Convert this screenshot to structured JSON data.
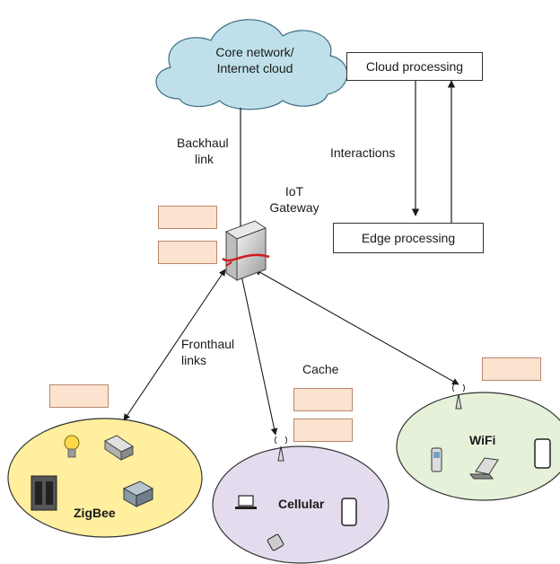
{
  "cloud": {
    "line1": "Core network/",
    "line2": "Internet cloud"
  },
  "backhaul": {
    "line1": "Backhaul",
    "line2": "link"
  },
  "gateway": {
    "line1": "IoT",
    "line2": "Gateway"
  },
  "processing": {
    "cloud": "Cloud processing",
    "edge": "Edge processing",
    "interactions": "Interactions"
  },
  "fronthaul": {
    "line1": "Fronthaul",
    "line2": "links"
  },
  "cache": {
    "label": "Cache"
  },
  "networks": {
    "zigbee": "ZigBee",
    "cellular": "Cellular",
    "wifi": "WiFi"
  },
  "colors": {
    "cloud_fill": "#bfe0ea",
    "zigbee_fill": "#ffef9e",
    "cellular_fill": "#e4dcee",
    "wifi_fill": "#e6f1d9",
    "cache_fill": "#fce3cf",
    "cache_border": "#b8876a"
  }
}
